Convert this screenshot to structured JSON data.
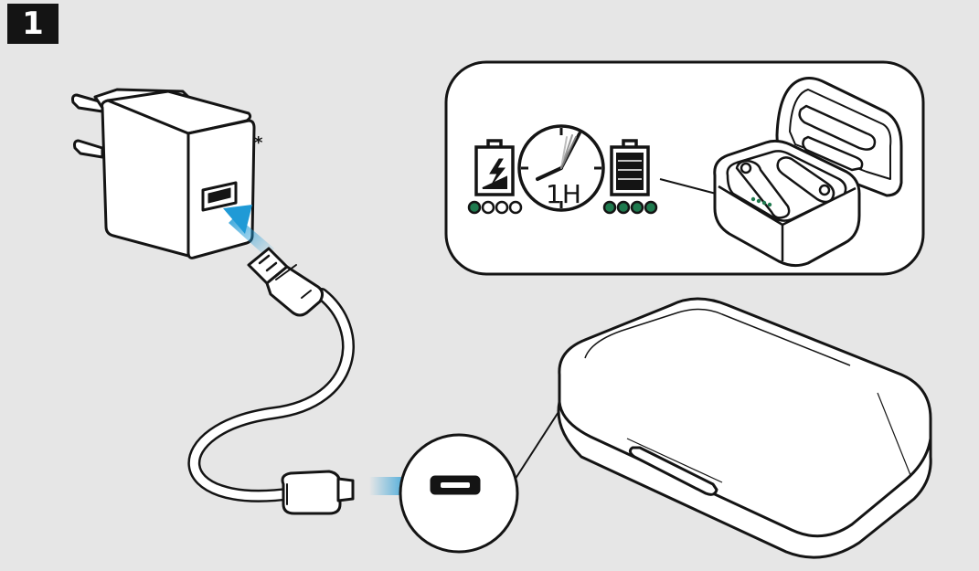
{
  "step": {
    "number": "1"
  },
  "charger": {
    "footnote_mark": "*"
  },
  "charge_info": {
    "duration_label": "1H",
    "before_leds": {
      "lit": 1,
      "total": 4
    },
    "after_leds": {
      "lit": 4,
      "total": 4
    },
    "case_leds": {
      "lit": 4,
      "total": 4
    }
  },
  "colors": {
    "led_green": "#1e7a4e",
    "arrow_blue": "#1f9ad6",
    "ink": "#141414",
    "background": "#e6e6e6",
    "panel": "#ffffff"
  },
  "icons": [
    "battery-empty-charging-icon",
    "clock-icon",
    "battery-full-icon",
    "usb-arrow-icon",
    "micro-usb-arrow-icon"
  ]
}
